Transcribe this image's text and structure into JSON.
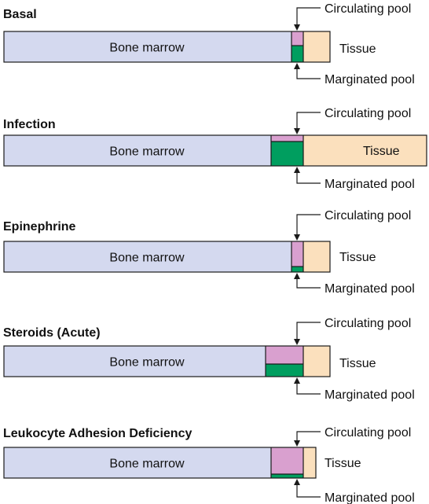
{
  "colors": {
    "bone_marrow": "#d4d9ef",
    "circulating": "#d9a0cf",
    "marginated": "#009e5f",
    "tissue": "#fbe0bd",
    "outline": "#1a1a1a"
  },
  "panels": [
    {
      "title": "Basal",
      "bone_marrow_label": "Bone marrow",
      "tissue_label": "Tissue",
      "circulating_label": "Circulating pool",
      "marginated_label": "Marginated pool"
    },
    {
      "title": "Infection",
      "bone_marrow_label": "Bone marrow",
      "tissue_label": "Tissue",
      "circulating_label": "Circulating pool",
      "marginated_label": "Marginated pool"
    },
    {
      "title": "Epinephrine",
      "bone_marrow_label": "Bone marrow",
      "tissue_label": "Tissue",
      "circulating_label": "Circulating pool",
      "marginated_label": "Marginated pool"
    },
    {
      "title": "Steroids (Acute)",
      "bone_marrow_label": "Bone marrow",
      "tissue_label": "Tissue",
      "circulating_label": "Circulating pool",
      "marginated_label": "Marginated pool"
    },
    {
      "title": "Leukocyte Adhesion Deficiency",
      "bone_marrow_label": "Bone marrow",
      "tissue_label": "Tissue",
      "circulating_label": "Circulating pool",
      "marginated_label": "Marginated pool"
    }
  ]
}
